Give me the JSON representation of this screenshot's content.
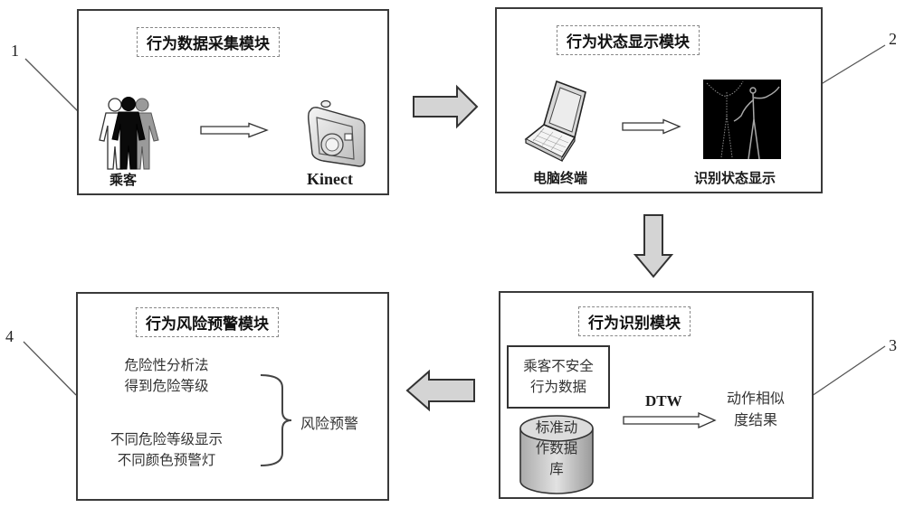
{
  "modules": {
    "collection": {
      "number": "1",
      "title": "行为数据采集模块",
      "passenger_label": "乘客",
      "device_label": "Kinect"
    },
    "display": {
      "number": "2",
      "title": "行为状态显示模块",
      "computer_label": "电脑终端",
      "display_label": "识别状态显示"
    },
    "recognition": {
      "number": "3",
      "title": "行为识别模块",
      "unsafe_data_lines": [
        "乘客不安全",
        "行为数据"
      ],
      "database_lines": [
        "标准动",
        "作数据",
        "库"
      ],
      "algorithm_label": "DTW",
      "result_lines": [
        "动作相似",
        "度结果"
      ]
    },
    "warning": {
      "number": "4",
      "title": "行为风险预警模块",
      "item1_lines": [
        "危险性分析法",
        "得到危险等级"
      ],
      "item2_lines": [
        "不同危险等级显示",
        "不同颜色预警灯"
      ],
      "result_label": "风险预警"
    }
  },
  "colors": {
    "border": "#3a3a3a",
    "arrow_fill": "#d4d4d4",
    "screen_bg": "#000000"
  }
}
